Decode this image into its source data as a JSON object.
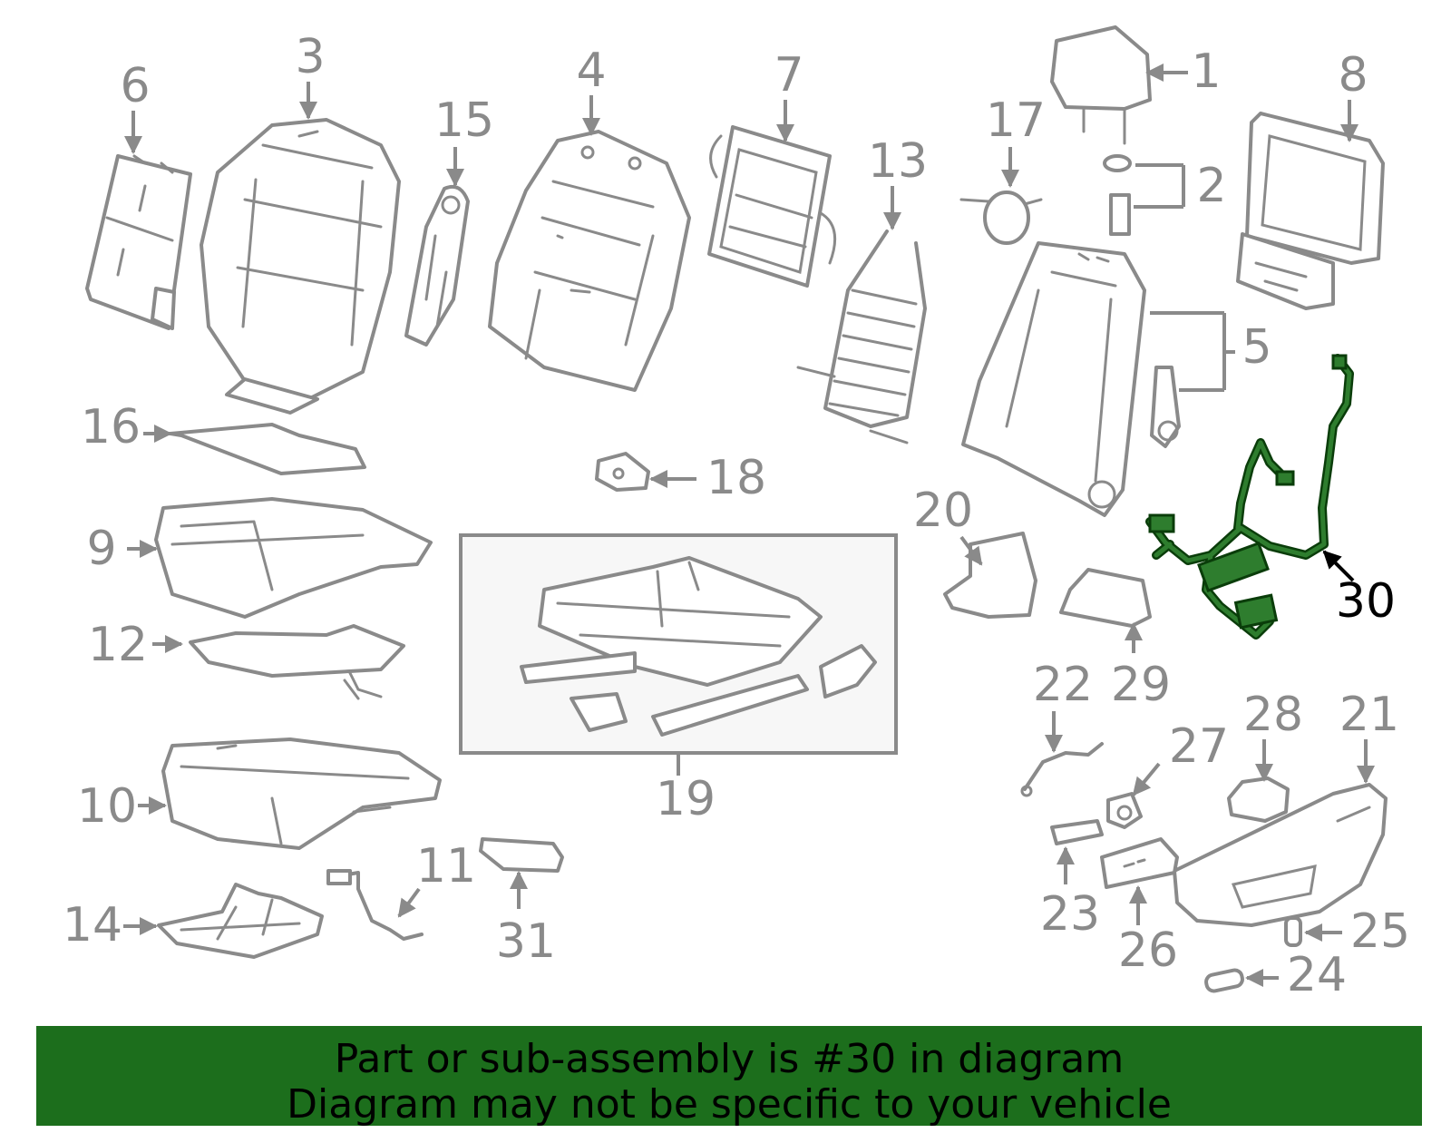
{
  "callouts": {
    "c1": "1",
    "c2": "2",
    "c3": "3",
    "c4": "4",
    "c5": "5",
    "c6": "6",
    "c7": "7",
    "c8": "8",
    "c9": "9",
    "c10": "10",
    "c11": "11",
    "c12": "12",
    "c13": "13",
    "c14": "14",
    "c15": "15",
    "c16": "16",
    "c17": "17",
    "c18": "18",
    "c19": "19",
    "c20": "20",
    "c21": "21",
    "c22": "22",
    "c23": "23",
    "c24": "24",
    "c25": "25",
    "c26": "26",
    "c27": "27",
    "c28": "28",
    "c29": "29",
    "c30": "30",
    "c31": "31"
  },
  "highlighted_part": "30",
  "colors": {
    "part_outline": "#8a8a8a",
    "highlight_part": "#2e7d2e",
    "banner_background": "#1c6e1c",
    "banner_text": "#000000"
  },
  "footer": {
    "line1": "Part or sub-assembly is #30 in diagram",
    "line2": "Diagram may not be specific to your vehicle"
  }
}
